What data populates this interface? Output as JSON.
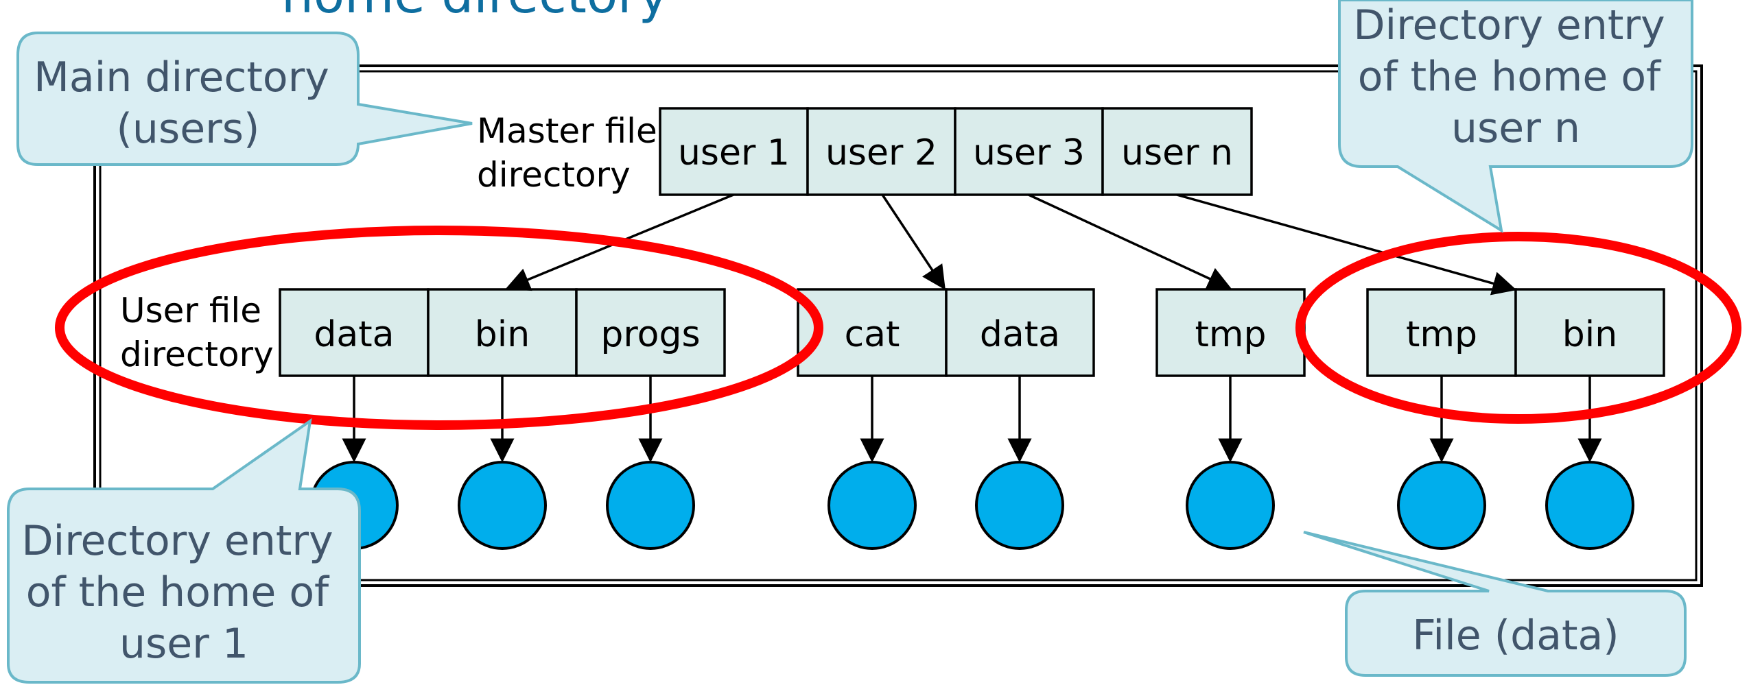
{
  "title": "home directory",
  "labels": {
    "master": [
      "Master file",
      "directory"
    ],
    "user": [
      "User file",
      "directory"
    ]
  },
  "master_cells": [
    "user 1",
    "user 2",
    "user 3",
    "user n"
  ],
  "user_dirs": [
    [
      "data",
      "bin",
      "progs"
    ],
    [
      "cat",
      "data"
    ],
    [
      "tmp"
    ],
    [
      "tmp",
      "bin"
    ]
  ],
  "callouts": {
    "main_directory": [
      "Main directory",
      "(users)"
    ],
    "entry_user_n": [
      "Directory entry",
      "of the home of",
      "user n"
    ],
    "entry_user_1": [
      "Directory entry",
      "of the home of",
      "user 1"
    ],
    "file": [
      "File (data)"
    ]
  },
  "colors": {
    "cell_fill": "#daeceb",
    "file_fill": "#00aeec",
    "highlight_ring": "#ff0000",
    "callout_fill": "#daeef3",
    "callout_border": "#6ab8c9",
    "callout_text": "#41556b",
    "title_text": "#0e6ea0"
  }
}
